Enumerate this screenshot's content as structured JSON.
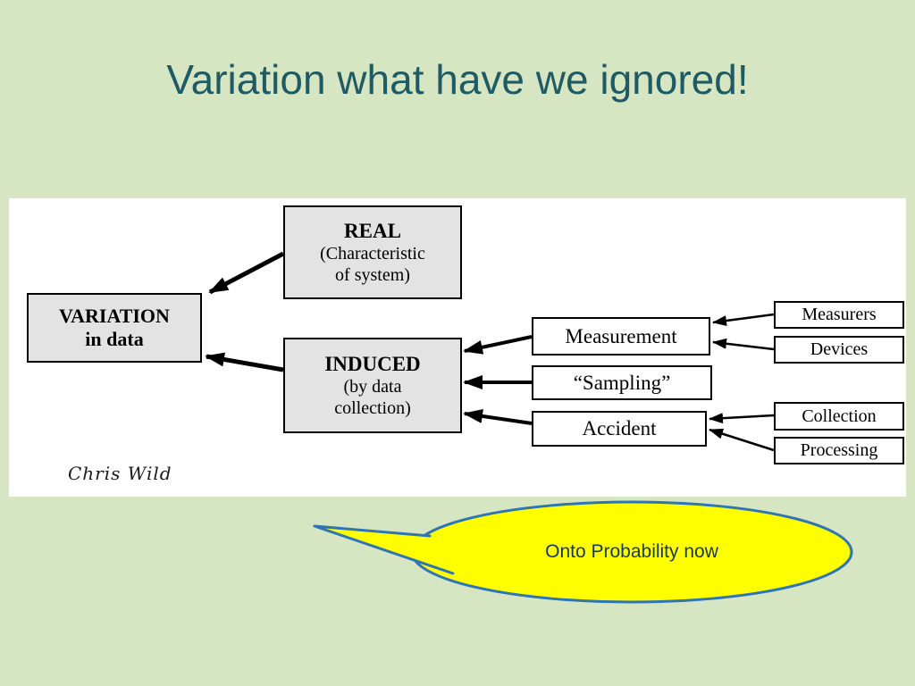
{
  "slide": {
    "title": "Variation what have we ignored!"
  },
  "diagram": {
    "variation_line1": "VARIATION",
    "variation_line2": "in data",
    "real_line1": "REAL",
    "real_line2": "(Characteristic",
    "real_line3": "of system)",
    "induced_line1": "INDUCED",
    "induced_line2": "(by data",
    "induced_line3": "collection)",
    "measurement": "Measurement",
    "sampling": "“Sampling”",
    "accident": "Accident",
    "measurers": "Measurers",
    "devices": "Devices",
    "collection": "Collection",
    "processing": "Processing",
    "signature": "Chris Wild"
  },
  "callout": {
    "text": "Onto Probability now"
  },
  "colors": {
    "slide_background": "#d7e6c2",
    "title_text": "#1f5b64",
    "panel_background": "#ffffff",
    "box_fill_gray": "#e3e3e3",
    "box_fill_white": "#ffffff",
    "box_border": "#000000",
    "arrow": "#000000",
    "callout_fill": "#ffff00",
    "callout_border": "#2e75b6",
    "callout_text": "#17375d"
  }
}
